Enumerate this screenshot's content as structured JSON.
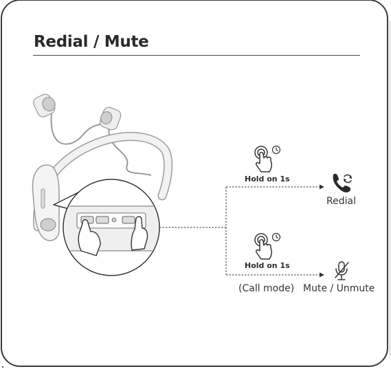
{
  "page": {
    "title": "Redial / Mute"
  },
  "redial": {
    "hold_label": "Hold on 1s",
    "action_label": "Redial",
    "icon": "phone-redial-icon"
  },
  "mute": {
    "hold_label": "Hold on 1s",
    "mode_label": "(Call mode)",
    "action_label": "Mute / Unmute",
    "icon": "mic-muted-icon"
  },
  "icons": {
    "press": "finger-press-icon",
    "timer": "clock-icon",
    "product": "neckband-earphones-illustration"
  },
  "colors": {
    "ink": "#2a2a2a",
    "band": "#f2f2f2",
    "band_stroke": "#9a9a9a",
    "earbud_tip": "#cfcfcf"
  }
}
